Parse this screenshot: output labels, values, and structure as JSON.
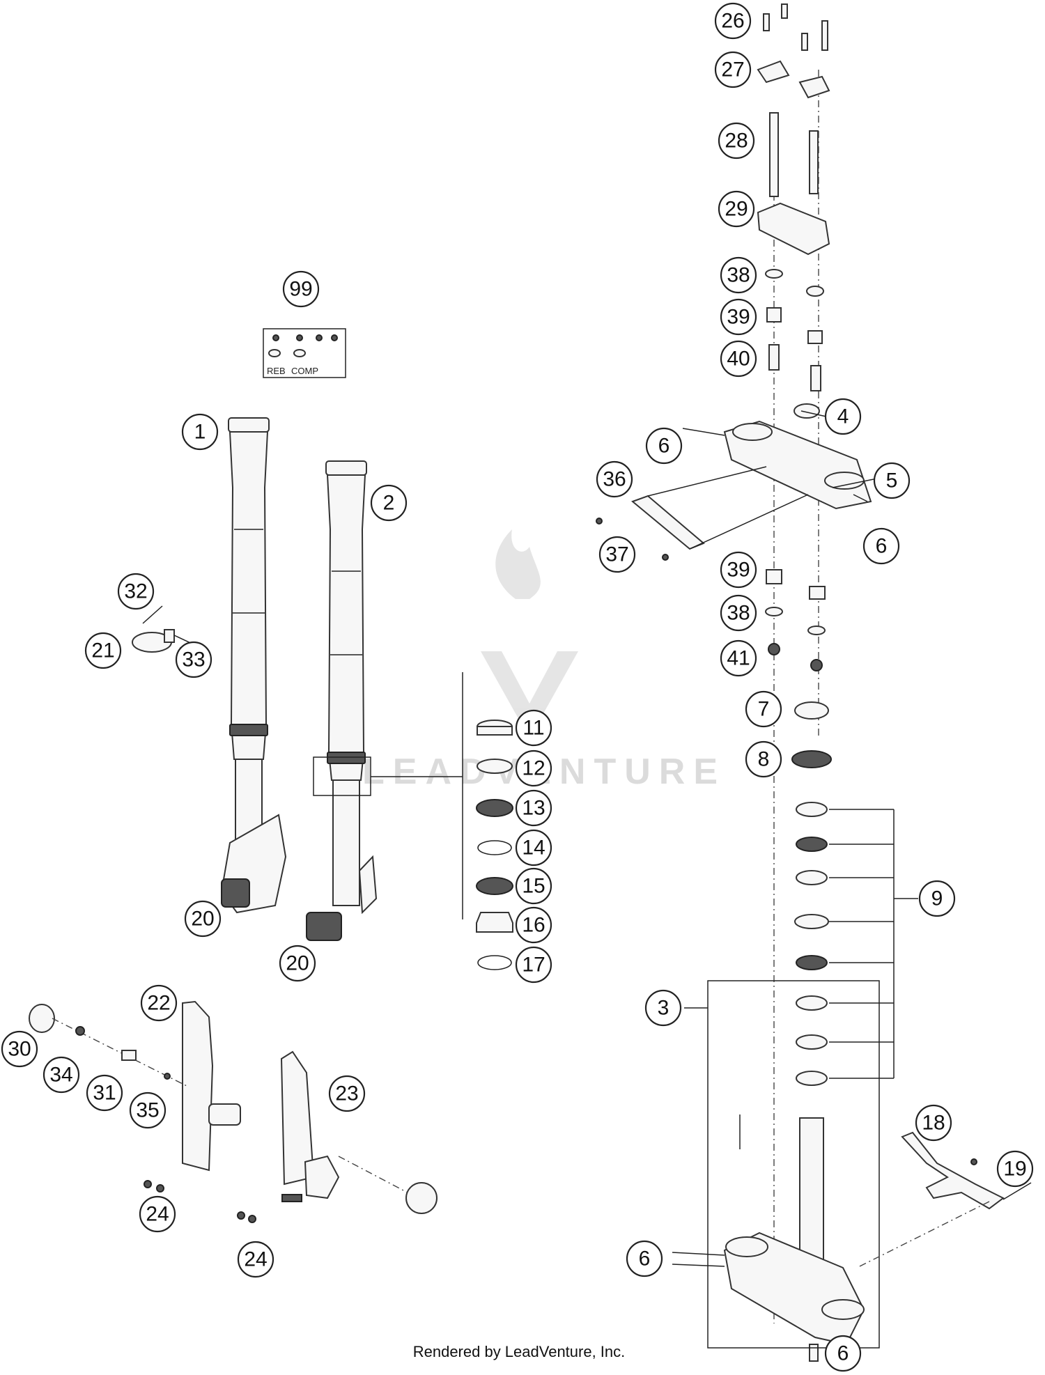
{
  "callouts": [
    {
      "label": "1"
    },
    {
      "label": "2"
    },
    {
      "label": "3"
    },
    {
      "label": "4"
    },
    {
      "label": "5"
    },
    {
      "label": "6"
    },
    {
      "label": "6"
    },
    {
      "label": "6"
    },
    {
      "label": "6"
    },
    {
      "label": "7"
    },
    {
      "label": "8"
    },
    {
      "label": "9"
    },
    {
      "label": "11"
    },
    {
      "label": "12"
    },
    {
      "label": "13"
    },
    {
      "label": "14"
    },
    {
      "label": "15"
    },
    {
      "label": "16"
    },
    {
      "label": "17"
    },
    {
      "label": "18"
    },
    {
      "label": "19"
    },
    {
      "label": "20"
    },
    {
      "label": "20"
    },
    {
      "label": "21"
    },
    {
      "label": "22"
    },
    {
      "label": "23"
    },
    {
      "label": "24"
    },
    {
      "label": "24"
    },
    {
      "label": "26"
    },
    {
      "label": "27"
    },
    {
      "label": "28"
    },
    {
      "label": "29"
    },
    {
      "label": "30"
    },
    {
      "label": "31"
    },
    {
      "label": "32"
    },
    {
      "label": "33"
    },
    {
      "label": "34"
    },
    {
      "label": "35"
    },
    {
      "label": "36"
    },
    {
      "label": "37"
    },
    {
      "label": "38"
    },
    {
      "label": "38"
    },
    {
      "label": "39"
    },
    {
      "label": "39"
    },
    {
      "label": "40"
    },
    {
      "label": "41"
    },
    {
      "label": "99"
    }
  ],
  "kit": {
    "reb_label": "REB",
    "comp_label": "COMP"
  },
  "watermark": {
    "text": "LEADVENTURE"
  },
  "footer": {
    "text": "Rendered by LeadVenture, Inc."
  },
  "colors": {
    "line": "#222222",
    "watermark": "#d8d8d8",
    "background": "#ffffff"
  }
}
